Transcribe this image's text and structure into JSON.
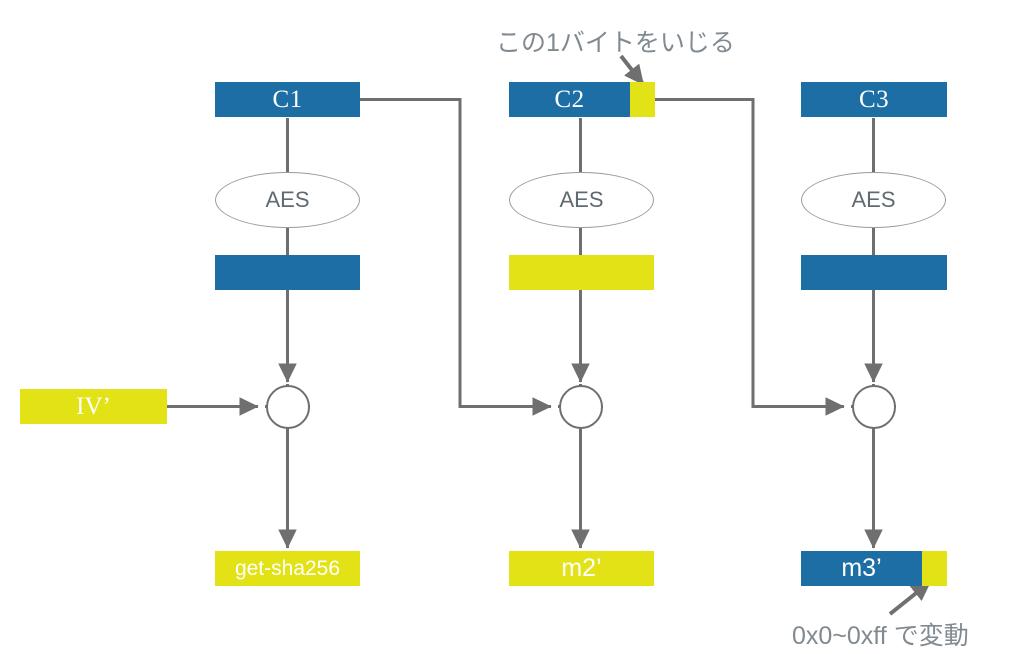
{
  "diagram": {
    "title_note_top": "この1バイトをいじる",
    "title_note_bottom": "0x0~0xff で変動",
    "colors": {
      "cipher_blue": "#1C6EA4",
      "highlight_yellow": "#E2E217",
      "wire_gray": "#6f6f6f",
      "note_gray": "#808a90",
      "aes_outline": "#9a9a9a",
      "aes_text": "#5f6a72"
    },
    "columns": [
      {
        "id": "col1",
        "cipher_label": "C1",
        "cipher_fill": "blue",
        "cipher_highlight": false,
        "aes_label": "AES",
        "decrypt_out_fill": "blue",
        "decrypt_out_label": "",
        "xor_symbol": "xor",
        "xor_input_label": "IV’",
        "xor_input_fill": "yellow",
        "output_label": "get-sha256",
        "output_fill": "yellow",
        "output_highlight": false
      },
      {
        "id": "col2",
        "cipher_label": "C2",
        "cipher_fill": "blue",
        "cipher_highlight": true,
        "aes_label": "AES",
        "decrypt_out_fill": "yellow",
        "decrypt_out_label": "",
        "xor_symbol": "xor",
        "xor_input_label": "",
        "xor_input_fill": "",
        "output_label": "m2’",
        "output_fill": "yellow",
        "output_highlight": false
      },
      {
        "id": "col3",
        "cipher_label": "C3",
        "cipher_fill": "blue",
        "cipher_highlight": false,
        "aes_label": "AES",
        "decrypt_out_fill": "blue",
        "decrypt_out_label": "",
        "xor_symbol": "xor",
        "xor_input_label": "",
        "xor_input_fill": "",
        "output_label": "m3’",
        "output_fill": "blue",
        "output_highlight": true
      }
    ]
  }
}
